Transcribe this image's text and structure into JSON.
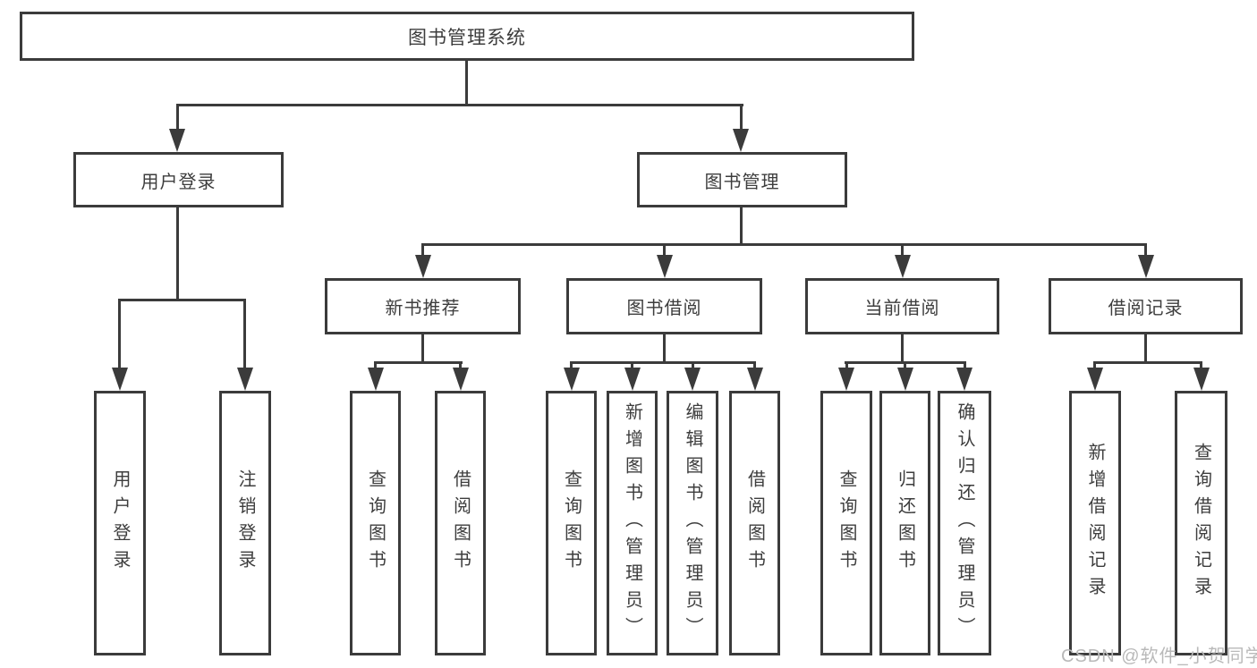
{
  "diagram_type": "hierarchy-tree",
  "tree": {
    "root": "图书管理系统",
    "children": [
      {
        "label": "用户登录",
        "children": [
          {
            "label": "用户登录"
          },
          {
            "label": "注销登录"
          }
        ]
      },
      {
        "label": "图书管理",
        "children": [
          {
            "label": "新书推荐",
            "children": [
              {
                "label": "查询图书"
              },
              {
                "label": "借阅图书"
              }
            ]
          },
          {
            "label": "图书借阅",
            "children": [
              {
                "label": "查询图书"
              },
              {
                "label": "新增图书（管理员）"
              },
              {
                "label": "编辑图书（管理员）"
              },
              {
                "label": "借阅图书"
              }
            ]
          },
          {
            "label": "当前借阅",
            "children": [
              {
                "label": "查询图书"
              },
              {
                "label": "归还图书"
              },
              {
                "label": "确认归还（管理员）"
              }
            ]
          },
          {
            "label": "借阅记录",
            "children": [
              {
                "label": "新增借阅记录"
              },
              {
                "label": "查询借阅记录"
              }
            ]
          }
        ]
      }
    ]
  },
  "watermark": {
    "text": "CSDN @软件_小贺同学"
  },
  "colors": {
    "line": "#3b3b3b",
    "text": "#3d3d3d",
    "watermark": "#b9b9b9",
    "background": "#ffffff"
  }
}
